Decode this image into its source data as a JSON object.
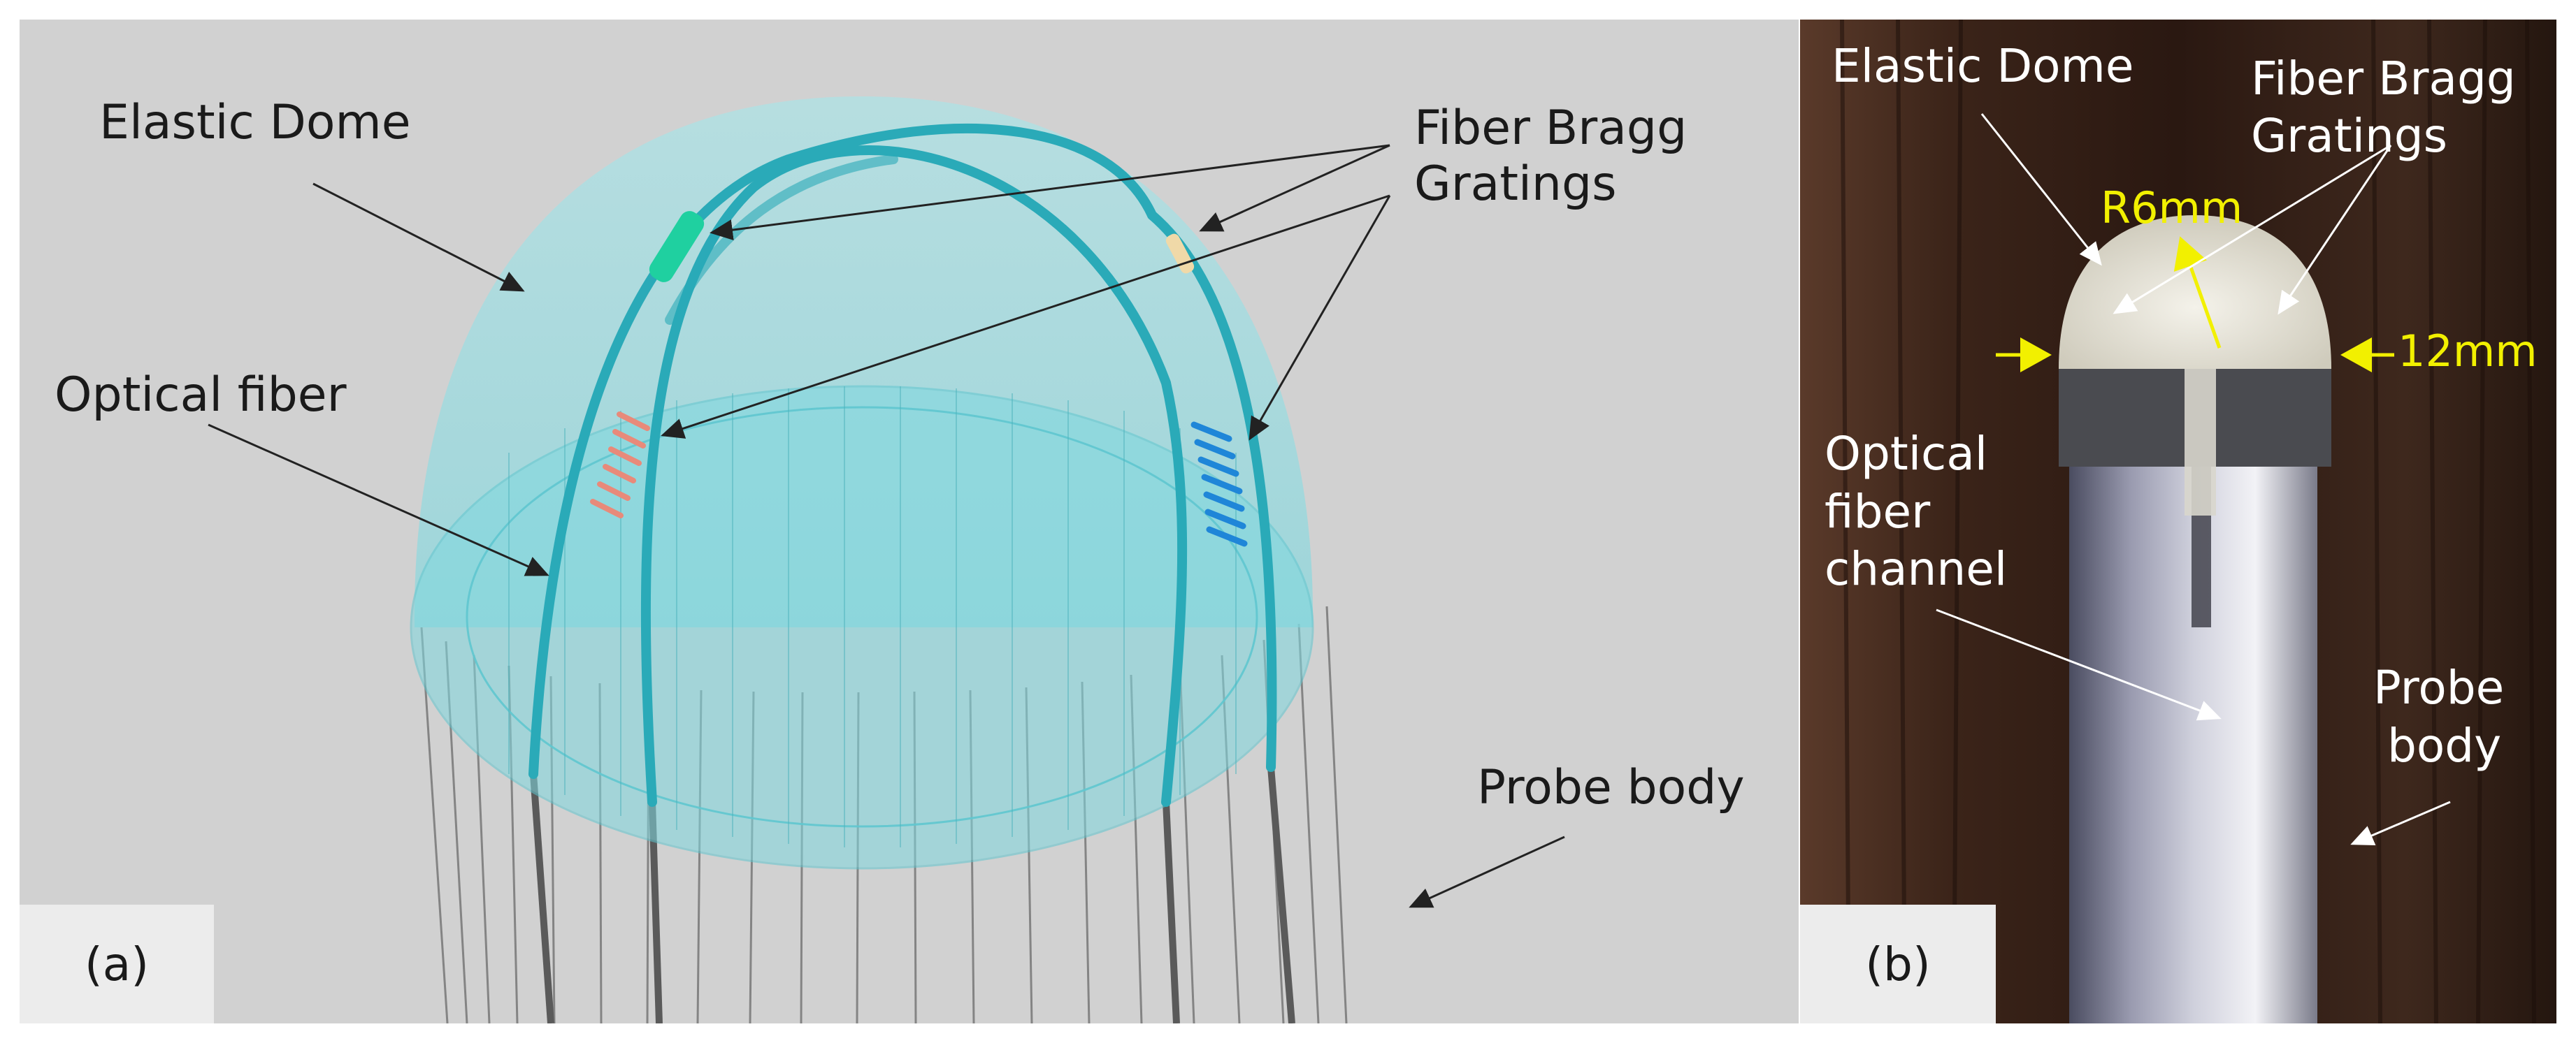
{
  "panel_a": {
    "tag": "(a)",
    "labels": {
      "elastic_dome": "Elastic Dome",
      "fbg_line1": "Fiber Bragg",
      "fbg_line2": "Gratings",
      "optical_fiber": "Optical fiber",
      "probe_body": "Probe body"
    }
  },
  "panel_b": {
    "tag": "(b)",
    "labels": {
      "elastic_dome": "Elastic Dome",
      "fbg_line1": "Fiber Bragg",
      "fbg_line2": "Gratings",
      "radius": "R6mm",
      "diameter": "12mm",
      "channel_line1": "Optical",
      "channel_line2": "fiber",
      "channel_line3": "channel",
      "probe_line1": "Probe",
      "probe_line2": "body"
    }
  },
  "colors": {
    "background_a": "#d1d1d1",
    "dome": "#86dde3",
    "fiber": "#2aaab8",
    "grating_green": "#1fd0a0",
    "grating_salmon": "#e88a7a",
    "grating_blue": "#1f86d8",
    "grating_cream": "#f0d9a8",
    "probe_lines": "#7a7a7a",
    "annotation_yellow": "#f2f000"
  }
}
